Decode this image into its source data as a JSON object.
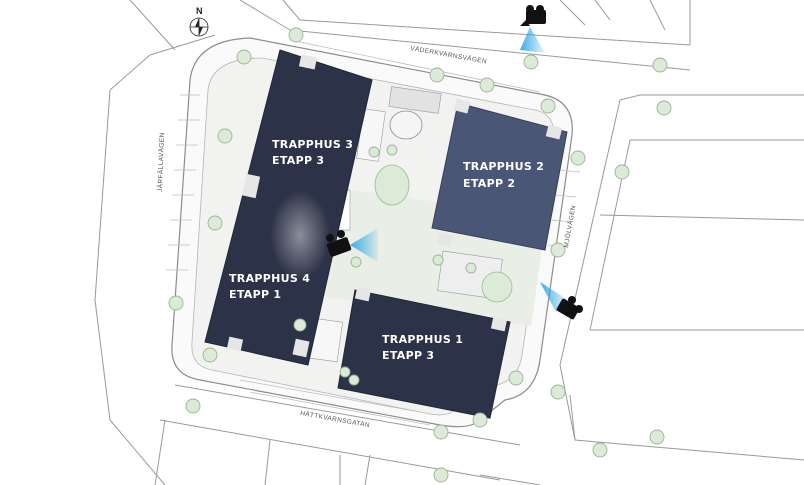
{
  "map": {
    "north_label": "N",
    "streets": {
      "top": "VÄDERKVARNSVÄGEN",
      "left": "JÄRFÄLLAVÄGEN",
      "right": "MJÖLVÄGEN",
      "bottom": "HÄTTKVARNSGATAN"
    },
    "buildings": {
      "b3": {
        "line1": "TRAPPHUS 3",
        "line2": "ETAPP 3"
      },
      "b2": {
        "line1": "TRAPPHUS 2",
        "line2": "ETAPP 2"
      },
      "b4": {
        "line1": "TRAPPHUS 4",
        "line2": "ETAPP 1"
      },
      "b1": {
        "line1": "TRAPPHUS 1",
        "line2": "ETAPP 3"
      }
    },
    "colors": {
      "building_dark": "#2c3247",
      "building_blue": "#4a5676",
      "camera_light": "#2ea8e6",
      "tree": "#dcebd8"
    },
    "icons": [
      "camera-icon",
      "north-arrow-icon",
      "tree-icon"
    ]
  }
}
